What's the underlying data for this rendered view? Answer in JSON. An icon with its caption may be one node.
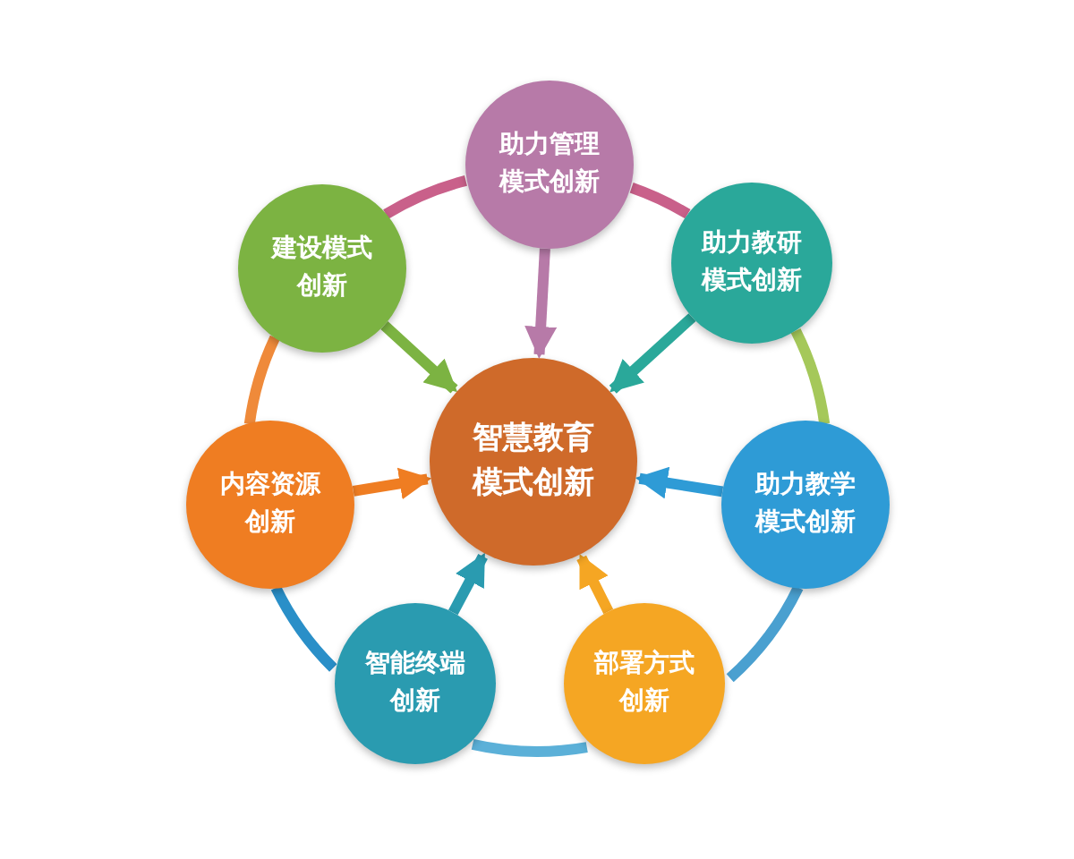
{
  "diagram": {
    "nodes": [
      {
        "text": [
          "智慧教育模式创新"
        ]
      },
      {
        "text": [
          "助力管理模式创新"
        ]
      },
      {
        "text": [
          "助力教研模式创新"
        ]
      },
      {
        "text": [
          "助力教学模式创新"
        ]
      },
      {
        "text": [
          "部署方式创新"
        ]
      },
      {
        "text": [
          "智能终端创新"
        ]
      },
      {
        "text": [
          "内容资源创新"
        ]
      },
      {
        "text": [
          "建设模式创新"
        ]
      }
    ],
    "edges": [
      {
        "from": 1,
        "to": 0,
        "arrow": "to",
        "color": "#b77aa8"
      },
      {
        "from": 2,
        "to": 0,
        "arrow": "to",
        "color": "#2aa89a"
      },
      {
        "from": 3,
        "to": 0,
        "arrow": "to",
        "color": "#2e9bd6"
      },
      {
        "from": 4,
        "to": 0,
        "arrow": "to",
        "color": "#f5a623"
      },
      {
        "from": 5,
        "to": 0,
        "arrow": "to",
        "color": "#2a9bb0"
      },
      {
        "from": 6,
        "to": 0,
        "arrow": "to",
        "color": "#ef7d22"
      },
      {
        "from": 7,
        "to": 0,
        "arrow": "to",
        "color": "#7cb342"
      },
      {
        "from": 1,
        "to": 2,
        "arrow": "none",
        "color": "#c9608a"
      },
      {
        "from": 2,
        "to": 3,
        "arrow": "none",
        "color": "#a5c85a"
      },
      {
        "from": 3,
        "to": 4,
        "arrow": "none",
        "color": "#4aa0d0"
      },
      {
        "from": 4,
        "to": 5,
        "arrow": "none",
        "color": "#5bb0d8"
      },
      {
        "from": 5,
        "to": 6,
        "arrow": "none",
        "color": "#2a8fc8"
      },
      {
        "from": 6,
        "to": 7,
        "arrow": "none",
        "color": "#ef8a3a"
      },
      {
        "from": 7,
        "to": 1,
        "arrow": "none",
        "color": "#c9608a"
      }
    ]
  }
}
